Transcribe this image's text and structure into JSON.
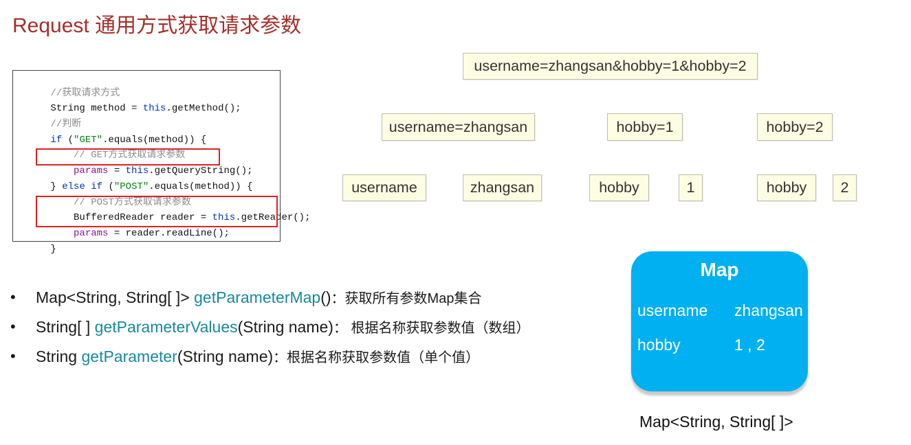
{
  "title": "Request 通用方式获取请求参数",
  "code": {
    "lines": [
      [
        "//获取请求方式"
      ],
      [
        "String method = ",
        "this",
        ".getMethod();"
      ],
      [
        "//判断"
      ],
      [
        "if",
        " (",
        "\"GET\"",
        ".equals(method)) {"
      ],
      [
        "// GET方式获取请求参数"
      ],
      [
        "params",
        " = ",
        "this",
        ".getQueryString();"
      ],
      [
        "} ",
        "else if",
        " (",
        "\"POST\"",
        ".equals(method)) {"
      ],
      [
        "// POST方式获取请求参数"
      ],
      [
        "BufferedReader reader = ",
        "this",
        ".getReader();"
      ],
      [
        "params",
        " = reader.readLine();"
      ],
      [
        "}"
      ]
    ]
  },
  "query": {
    "full": "username=zhangsan&hobby=1&hobby=2",
    "pairs": [
      "username=zhangsan",
      "hobby=1",
      "hobby=2"
    ],
    "parts": [
      "username",
      "zhangsan",
      "hobby",
      "1",
      "hobby",
      "2"
    ]
  },
  "methods": [
    {
      "pre": "Map<String, String[ ]> ",
      "name": "getParameterMap",
      "args": "()",
      "desc": "：获取所有参数Map集合"
    },
    {
      "pre": "String[ ] ",
      "name": "getParameterValues",
      "args": "(String name)",
      "desc": "： 根据名称获取参数值（数组）"
    },
    {
      "pre": "String ",
      "name": "getParameter",
      "args": "(String name)",
      "desc": "：根据名称获取参数值（单个值）"
    }
  ],
  "map_card": {
    "title": "Map",
    "rows": [
      {
        "key": "username",
        "value": "zhangsan"
      },
      {
        "key": "hobby",
        "value": "1 , 2"
      }
    ],
    "caption": "Map<String, String[ ]>"
  },
  "colors": {
    "title": "#a3302b",
    "method_name": "#168a9b",
    "map_card": "#00b0f0",
    "highlight": "#e02020"
  }
}
